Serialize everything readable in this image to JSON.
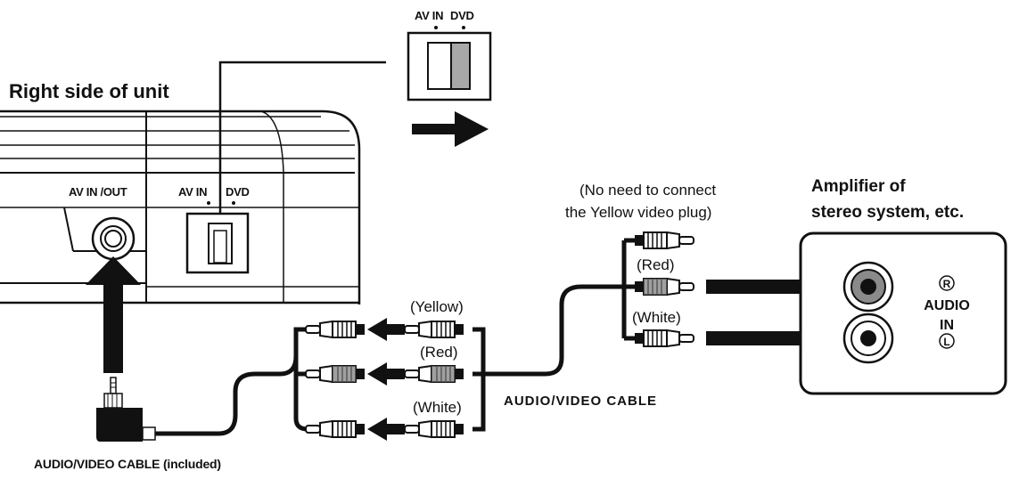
{
  "switch_inset": {
    "label_av_in": "AV IN",
    "label_dvd": "DVD"
  },
  "unit": {
    "title": "Right side of unit",
    "jack_label": "AV IN /OUT",
    "switch_label_av_in": "AV IN",
    "switch_label_dvd": "DVD"
  },
  "left_cable": {
    "plug_labels": [
      "(Yellow)",
      "(Red)",
      "(White)"
    ],
    "caption": "AUDIO/VIDEO CABLE (included)"
  },
  "middle_cable": {
    "caption": "AUDIO/VIDEO  CABLE"
  },
  "right_plugs": {
    "note_line1": "(No need to connect",
    "note_line2": "the Yellow video plug)",
    "label_red": "(Red)",
    "label_white": "(White)"
  },
  "amplifier": {
    "title_line1": "Amplifier of",
    "title_line2": "stereo system, etc.",
    "label_r": "R",
    "label_audio": "AUDIO",
    "label_in": "IN",
    "label_l": "L"
  },
  "colors": {
    "ink": "#111111",
    "red_plug": "#777777",
    "switch_dvd": "#a8a8a8",
    "red_jack": "#8a8a8a"
  }
}
